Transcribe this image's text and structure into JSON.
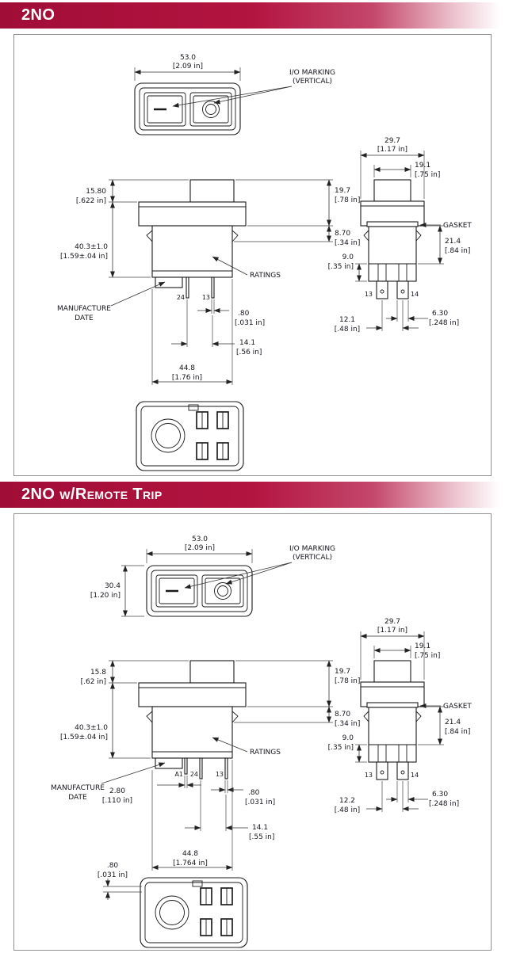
{
  "page": {
    "header1": "2NO",
    "header2": "2NO w/Remote Trip"
  },
  "s1": {
    "front": {
      "w": "53.0",
      "w_in": "[2.09 in]",
      "io1": "I/O MARKING",
      "io2": "(VERTICAL)"
    },
    "side": {
      "h_actuator": "15.80",
      "h_actuator_in": "[.622 in]",
      "h_total": "40.3±1.0",
      "h_total_in": "[1.59±.04 in]",
      "h_bezel": "19.7",
      "h_bezel_in": "[.78 in]",
      "h_clip": "8.70",
      "h_clip_in": "[.34 in]",
      "ratings": "RATINGS",
      "mfg1": "MANUFACTURE",
      "mfg2": "DATE",
      "t24": "24",
      "t13": "13",
      "term_thk": ".80",
      "term_thk_in": "[.031 in]",
      "term_pitch": "14.1",
      "term_pitch_in": "[.56 in]",
      "body_w": "44.8",
      "body_w_in": "[1.76 in]"
    },
    "end": {
      "flange_w": "29.7",
      "flange_w_in": "[1.17 in]",
      "actuator_w": "19.1",
      "actuator_w_in": "[.75 in]",
      "gasket": "GASKET",
      "h_body": "21.4",
      "h_body_in": "[.84 in]",
      "h_step": "9.0",
      "h_step_in": "[.35 in]",
      "t13": "13",
      "t14": "14",
      "term_w": "6.30",
      "term_w_in": "[.248 in]",
      "term_pitch": "12.1",
      "term_pitch_in": "[.48 in]"
    }
  },
  "s2": {
    "front": {
      "w": "53.0",
      "w_in": "[2.09 in]",
      "h": "30.4",
      "h_in": "[1.20 in]",
      "io1": "I/O MARKING",
      "io2": "(VERTICAL)"
    },
    "side": {
      "h_actuator": "15.8",
      "h_actuator_in": "[.62 in]",
      "h_total": "40.3±1.0",
      "h_total_in": "[1.59±.04 in]",
      "h_bezel": "19.7",
      "h_bezel_in": "[.78 in]",
      "h_clip": "8.70",
      "h_clip_in": "[.34 in]",
      "ratings": "RATINGS",
      "mfg1": "MANUFACTURE",
      "mfg2": "DATE",
      "tA1": "A1",
      "t24": "24",
      "t13": "13",
      "a1_w": "2.80",
      "a1_w_in": "[.110 in]",
      "term_thk": ".80",
      "term_thk_in": "[.031 in]",
      "term_pitch": "14.1",
      "term_pitch_in": "[.55 in]",
      "body_w": "44.8",
      "body_w_in": "[1.764 in]"
    },
    "end": {
      "flange_w": "29.7",
      "flange_w_in": "[1.17 in]",
      "actuator_w": "19.1",
      "actuator_w_in": "[.75 in]",
      "gasket": "GASKET",
      "h_body": "21.4",
      "h_body_in": "[.84 in]",
      "h_step": "9.0",
      "h_step_in": "[.35 in]",
      "t13": "13",
      "t14": "14",
      "term_w": "6.30",
      "term_w_in": "[.248 in]",
      "term_pitch": "12.2",
      "term_pitch_in": "[.48 in]"
    },
    "bottom": {
      "lip": ".80",
      "lip_in": "[.031 in]"
    }
  }
}
